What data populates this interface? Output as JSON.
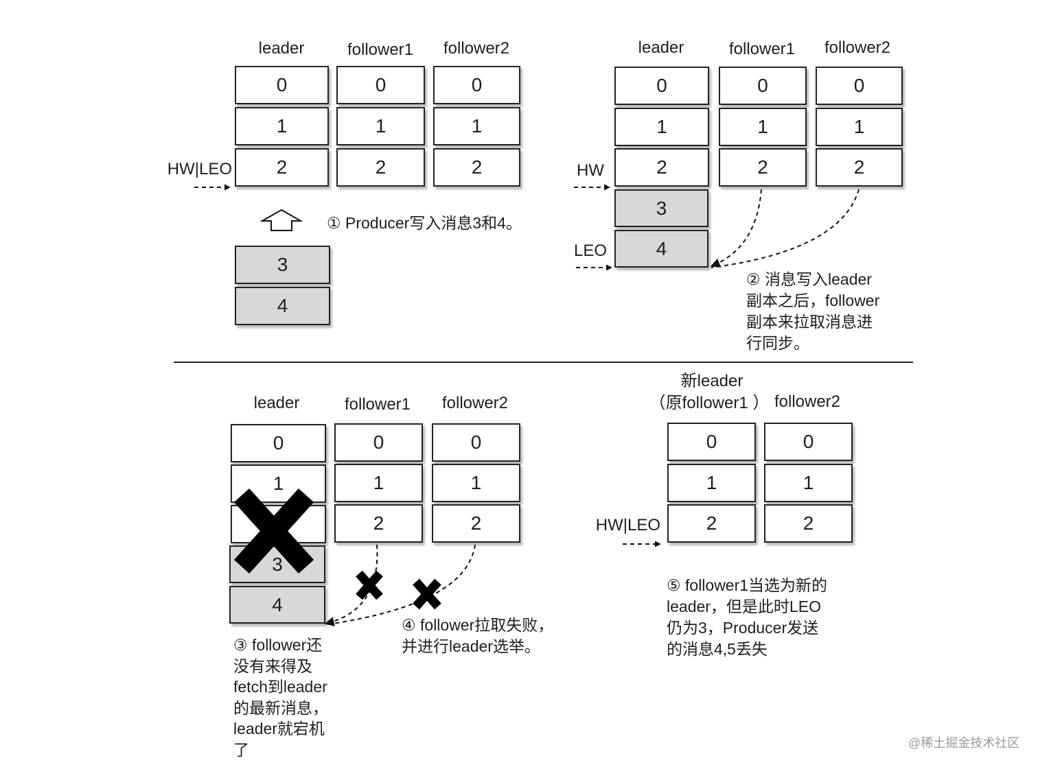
{
  "q1": {
    "leader_label": "leader",
    "follower1_label": "follower1",
    "follower2_label": "follower2",
    "leader_cells": [
      "0",
      "1",
      "2"
    ],
    "follower1_cells": [
      "0",
      "1",
      "2"
    ],
    "follower2_cells": [
      "0",
      "1",
      "2"
    ],
    "marker": "HW|LEO",
    "incoming_cells": [
      "3",
      "4"
    ],
    "note": "① Producer写入消息3和4。"
  },
  "q2": {
    "leader_label": "leader",
    "follower1_label": "follower1",
    "follower2_label": "follower2",
    "leader_cells": [
      "0",
      "1",
      "2",
      "3",
      "4"
    ],
    "follower1_cells": [
      "0",
      "1",
      "2"
    ],
    "follower2_cells": [
      "0",
      "1",
      "2"
    ],
    "hw_marker": "HW",
    "leo_marker": "LEO",
    "note_lines": [
      "② 消息写入leader",
      "副本之后，follower",
      "副本来拉取消息进",
      "行同步。"
    ]
  },
  "q3": {
    "leader_label": "leader",
    "follower1_label": "follower1",
    "follower2_label": "follower2",
    "leader_cells": [
      "0",
      "1",
      "2",
      "3",
      "4"
    ],
    "follower1_cells": [
      "0",
      "1",
      "2"
    ],
    "follower2_cells": [
      "0",
      "1",
      "2"
    ],
    "note_a_lines": [
      "③ follower还",
      "没有来得及",
      "fetch到leader",
      "的最新消息，",
      "leader就宕机",
      "了"
    ],
    "note_b_lines": [
      "④ follower拉取失败，",
      "并进行leader选举。"
    ]
  },
  "q4": {
    "new_leader_label_1": "新leader",
    "new_leader_label_2": "（原follower1 ）",
    "follower2_label": "follower2",
    "new_leader_cells": [
      "0",
      "1",
      "2"
    ],
    "follower2_cells": [
      "0",
      "1",
      "2"
    ],
    "marker": "HW|LEO",
    "note_lines": [
      "⑤ follower1当选为新的",
      "leader，但是此时LEO",
      "仍为3，Producer发送",
      "的消息4,5丢失"
    ]
  },
  "watermark": "@稀土掘金技术社区"
}
